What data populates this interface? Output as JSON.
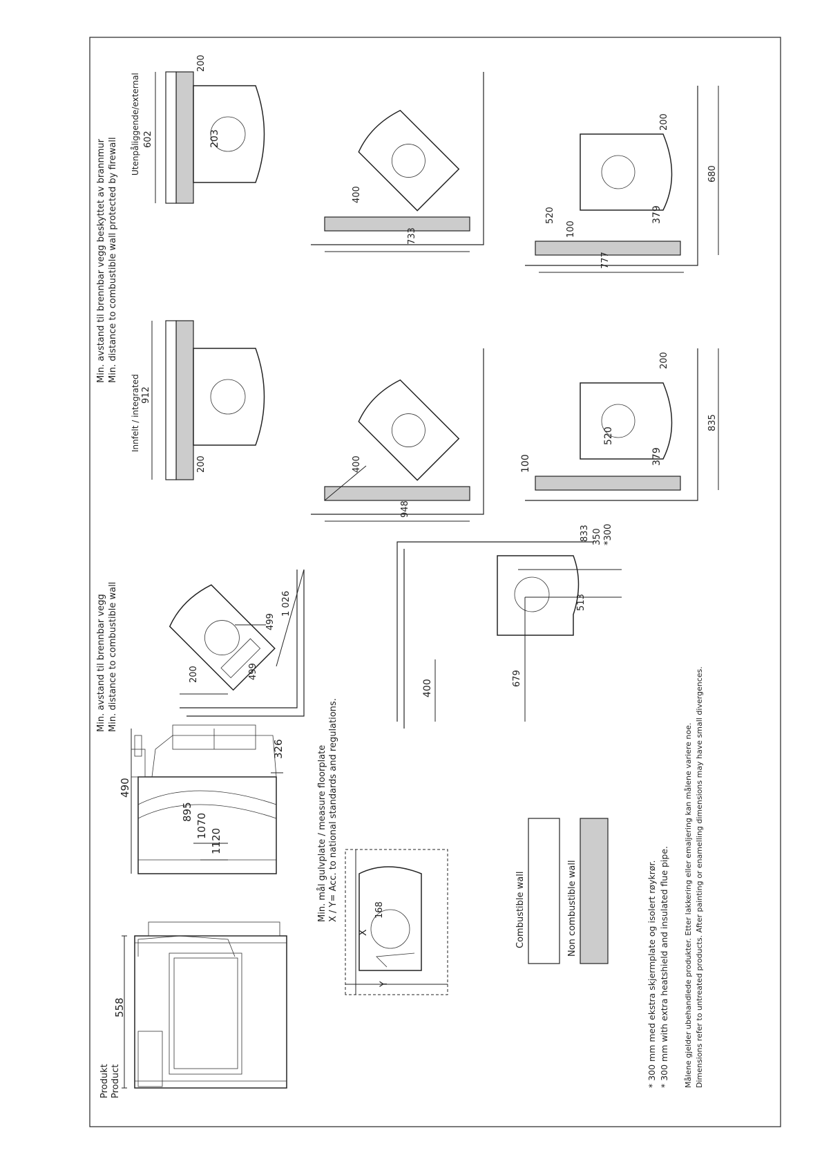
{
  "sections": {
    "product": [
      "Produkt",
      "Product"
    ],
    "combustible": [
      "Min. avstand til brennbar vegg",
      "Min. distance to combustible wall"
    ],
    "firewall": [
      "Min. avstand til brennbar vegg beskyttet av brannmur",
      "Min. distance to combustible wall protected by firewall"
    ],
    "integrated": "Innfelt / integrated",
    "external": "Utenpåliggende/external",
    "floorplate": [
      "Min. mål gulvplate / measure floorplate",
      "X / Y= Acc. to national standards and regulations."
    ]
  },
  "product_dims": {
    "width": "558",
    "height": "1120",
    "h1070": "1070",
    "h895": "895",
    "depth": "490",
    "top": "326"
  },
  "combustible_corner": {
    "d200": "200",
    "d499": "499",
    "d1026": "1 026",
    "d499b": "499"
  },
  "combustible_straight": {
    "d400": "400",
    "d679": "679",
    "d513": "513",
    "d350": "350",
    "d300": "*300",
    "d833": "833"
  },
  "integrated_flat": {
    "d912": "912",
    "d200": "200"
  },
  "integrated_corner": {
    "d400": "400",
    "d948": "948"
  },
  "integrated_corner2": {
    "d100": "100",
    "d520": "520",
    "d379": "379",
    "d200": "200",
    "d835": "835"
  },
  "external_flat": {
    "d602": "602",
    "d203": "203",
    "d200": "200"
  },
  "external_corner": {
    "d400": "400",
    "d733": "733"
  },
  "external_corner2": {
    "d520": "520",
    "d100": "100",
    "d379": "379",
    "d200": "200",
    "d680": "680",
    "d777": "777"
  },
  "floorplate_dims": {
    "x": "X",
    "y": "Y",
    "d168": "168"
  },
  "legend": {
    "combustible": "Combustible wall",
    "noncombustible": "Non combustible wall"
  },
  "notes": [
    "* 300 mm med ekstra skjermplate og isolert røykrør.",
    "* 300 mm with extra heatshield and insulated flue pipe."
  ],
  "disclaimer": [
    "Målene gjelder ubehandlede produkter. Etter lakkering eller emaljering kan målene variere noe.",
    "Dimensions refer to untreated products. After painting or enamelling dimensions may have small divergences."
  ]
}
